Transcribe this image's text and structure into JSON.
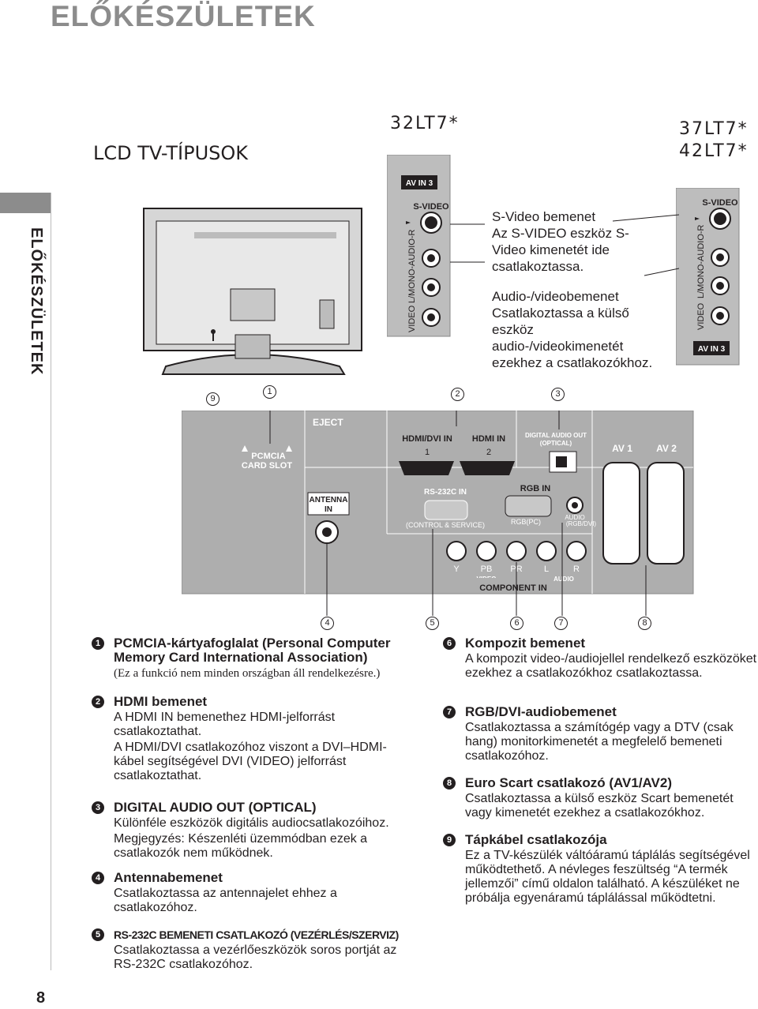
{
  "page": {
    "title": "ELŐKÉSZÜLETEK",
    "side_label": "ELŐKÉSZÜLETEK",
    "page_number": "8"
  },
  "models": {
    "lcd_types": "LCD TV-TÍPUSOK",
    "model_a": "32LT7*",
    "model_b1": "37LT7*",
    "model_b2": "42LT7*"
  },
  "side_panel": {
    "av_in3": "AV IN 3",
    "s_video": "S-VIDEO",
    "video": "VIDEO",
    "audio": "L/MONO-AUDIO-R"
  },
  "callouts": {
    "svideo_title": "S-Video bemenet",
    "svideo_body": "Az S-VIDEO eszköz S-Video kimenetét ide csatlakoztassa.",
    "av_title": "Audio-/videobemenet",
    "av_body": "Csatlakoztassa a külső eszköz audio-/videokimenetét ezekhez a csatlakozókhoz."
  },
  "rear_panel": {
    "eject": "EJECT",
    "pcmcia": "PCMCIA",
    "card_slot": "CARD SLOT",
    "hdmi_dvi_in": "HDMI/DVI IN",
    "hdmi_in": "HDMI IN",
    "hdmi_1": "1",
    "hdmi_2": "2",
    "digital_audio_out": "DIGITAL AUDIO OUT",
    "optical": "(OPTICAL)",
    "av1": "AV 1",
    "av2": "AV 2",
    "antenna": "ANTENNA",
    "antenna_in": "IN",
    "rs232c": "RS-232C IN",
    "control_service": "(CONTROL & SERVICE)",
    "rgb_in": "RGB IN",
    "rgb_pc": "RGB(PC)",
    "audio_rgb": "AUDIO",
    "rgb_dvi": "(RGB/DVI)",
    "y": "Y",
    "pb": "PB",
    "pr": "PR",
    "l": "L",
    "r": "R",
    "video_label": "VIDEO",
    "audio_label": "AUDIO",
    "component_in": "COMPONENT IN"
  },
  "markers": [
    "1",
    "2",
    "3",
    "4",
    "5",
    "6",
    "7",
    "8",
    "9"
  ],
  "items": [
    {
      "num": "1",
      "title": "PCMCIA-kártyafoglalat (Personal Computer Memory Card International Association)",
      "body": "(Ez a funkció nem minden országban áll rendelkezésre.)"
    },
    {
      "num": "2",
      "title": "HDMI bemenet",
      "body": "A HDMI IN bemenethez HDMI-jelforrást csatlakoztathat.",
      "body2": "A HDMI/DVI csatlakozóhoz viszont a DVI–HDMI-kábel segítségével DVI (VIDEO) jelforrást csatlakoztathat."
    },
    {
      "num": "3",
      "title": "DIGITAL AUDIO OUT (OPTICAL)",
      "body": "Különféle eszközök digitális audiocsatlakozóihoz.",
      "body2": "Megjegyzés: Készenléti üzemmódban ezek a csatlakozók nem működnek."
    },
    {
      "num": "4",
      "title": "Antennabemenet",
      "body": "Csatlakoztassa az antennajelet ehhez a csatlakozóhoz."
    },
    {
      "num": "5",
      "title": "RS-232C BEMENETI CSATLAKOZÓ (VEZÉRLÉS/SZERVIZ)",
      "body": "Csatlakoztassa a vezérlőeszközök soros portját az RS-232C csatlakozóhoz."
    },
    {
      "num": "6",
      "title": "Kompozit bemenet",
      "body": "A kompozit video-/audiojellel rendelkező eszközöket ezekhez a csatlakozókhoz csatlakoztassa."
    },
    {
      "num": "7",
      "title": "RGB/DVI-audiobemenet",
      "body": "Csatlakoztassa a számítógép vagy a DTV (csak hang) monitorkimenetét a megfelelő bemeneti csatlakozóhoz."
    },
    {
      "num": "8",
      "title": "Euro Scart csatlakozó (AV1/AV2)",
      "body": "Csatlakoztassa a külső eszköz Scart bemenetét vagy kimenetét ezekhez a csatlakozókhoz."
    },
    {
      "num": "9",
      "title": "Tápkábel csatlakozója",
      "body": "Ez a TV-készülék váltóáramú táplálás segítségével működtethető. A névleges feszültség “A termék jellemzői” című oldalon található. A készüléket ne próbálja egyenáramú táplálással működtetni."
    }
  ]
}
